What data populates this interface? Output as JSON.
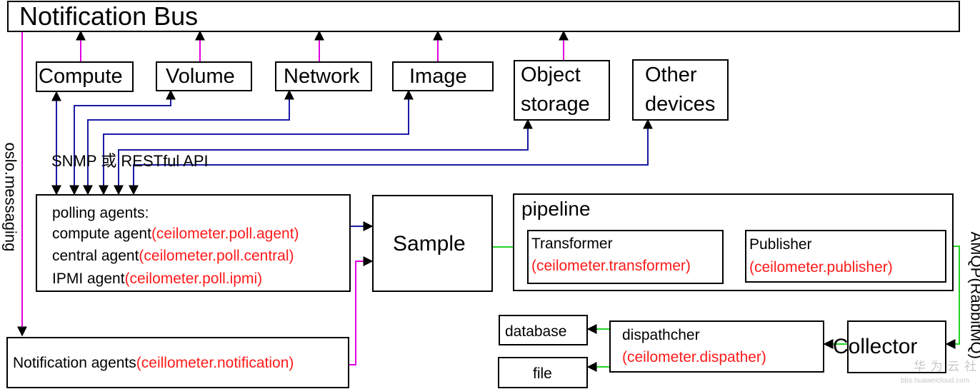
{
  "bus": {
    "title": "Notification Bus"
  },
  "services": [
    {
      "key": "compute",
      "label": "Compute"
    },
    {
      "key": "volume",
      "label": "Volume"
    },
    {
      "key": "network",
      "label": "Network"
    },
    {
      "key": "image",
      "label": "Image"
    },
    {
      "key": "object_storage",
      "line1": "Object",
      "line2": "storage"
    },
    {
      "key": "other_devices",
      "line1": "Other",
      "line2": "devices"
    }
  ],
  "labels": {
    "oslo_messaging": "oslo.messaging",
    "snmp": "SNMP 或 RESTful API",
    "amqp": "AMQP(RabbitMQ)"
  },
  "polling": {
    "title": "polling agents:",
    "agents": [
      {
        "name": "compute agent",
        "module": "(ceilometer.poll.agent)"
      },
      {
        "name": "central agent",
        "module": "(ceilometer.poll.central)"
      },
      {
        "name": "IPMI agent",
        "module": "(ceilometer.poll.ipmi)"
      }
    ]
  },
  "notification": {
    "name": "Notification agents",
    "module": "(ceillometer.notification)"
  },
  "sample": {
    "label": "Sample"
  },
  "pipeline": {
    "title": "pipeline",
    "transformer": {
      "name": "Transformer",
      "module": "(ceilometer.transformer)"
    },
    "publisher": {
      "name": "Publisher",
      "module": "(ceilometer.publisher)"
    }
  },
  "collector": {
    "label": "Collector"
  },
  "dispatcher": {
    "name": "dispathcher",
    "module": "(ceilometer.dispather)"
  },
  "storage": {
    "database": "database",
    "file": "file"
  },
  "watermark": {
    "text": "华 为 云 社 区",
    "url": "bbs.huaweicloud.com"
  },
  "colors": {
    "blue": "#1a1aa6",
    "magenta": "#e000e0",
    "green": "#22d422",
    "red": "#ff1a1a"
  }
}
